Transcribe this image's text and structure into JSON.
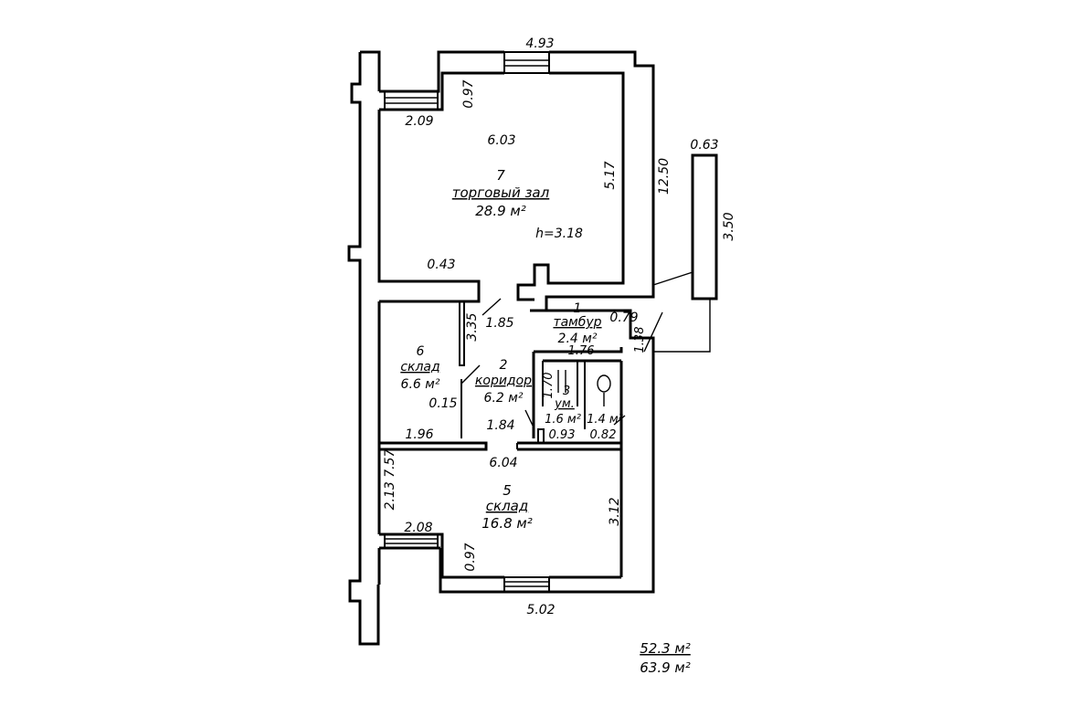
{
  "rooms": {
    "r1": {
      "num": "1",
      "name": "тамбур",
      "area": "2.4 м²"
    },
    "r2": {
      "num": "2",
      "name": "коридор",
      "area": "6.2 м²"
    },
    "r3": {
      "num": "3",
      "name": "ум.",
      "area": "1.6 м²"
    },
    "r4": {
      "area": "1.4 м²"
    },
    "r5": {
      "num": "5",
      "name": "склад",
      "area": "16.8 м²"
    },
    "r6": {
      "num": "6",
      "name": "склад",
      "area": "6.6 м²"
    },
    "r7": {
      "num": "7",
      "name": "торговый зал",
      "area": "28.9 м²",
      "height": "h=3.18"
    }
  },
  "dimensions": {
    "top_width": "4.93",
    "left_window_top": "2.09",
    "window_depth_top": "0.97",
    "hall_width": "6.03",
    "hall_height": "5.17",
    "outer_height": "12.50",
    "ext_width": "0.63",
    "ext_height": "3.50",
    "wall_stub": "0.43",
    "partition_height": "3.35",
    "door_gap": "1.85",
    "vestibule_width": "0.79",
    "vestibule_height": "1.38",
    "vestibule_inner": "1.76",
    "wc_height": "1.70",
    "partition_small": "0.15",
    "store6_width": "1.96",
    "corridor_width": "1.84",
    "wc_width_a": "0.93",
    "wc_width_b": "0.82",
    "lower_width": "6.04",
    "left_heights": "2.13 7.57",
    "store5_height": "3.12",
    "left_window_bottom": "2.08",
    "window_depth_bottom": "0.97",
    "bottom_width": "5.02"
  },
  "totals": {
    "main_area": "52.3 м²",
    "total_area": "63.9 м²"
  }
}
